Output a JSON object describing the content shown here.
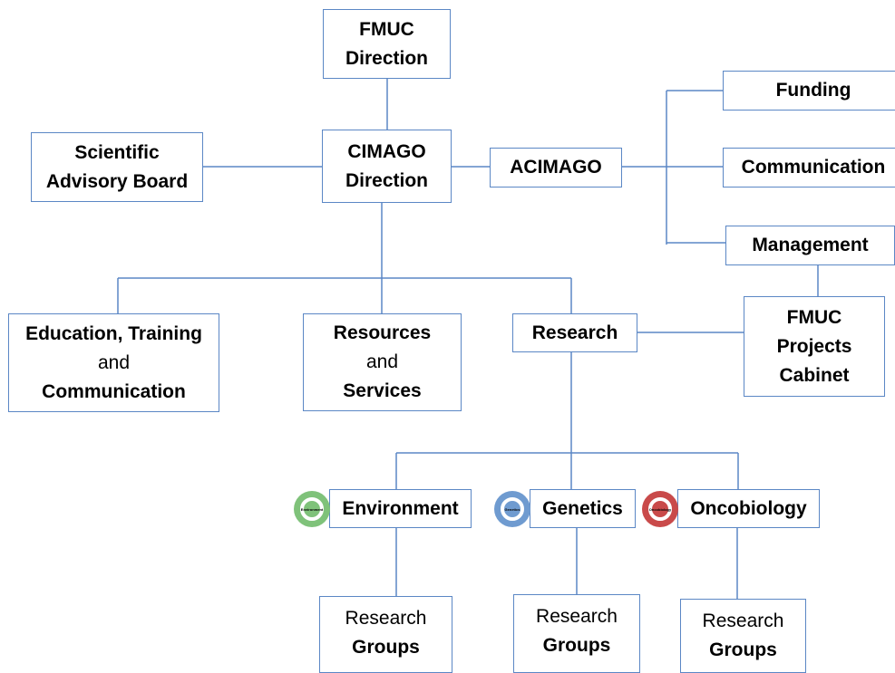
{
  "nodes": {
    "fmuc_direction": [
      "FMUC",
      "Direction"
    ],
    "cimago_direction": [
      "CIMAGO",
      "Direction"
    ],
    "scientific_board": [
      "Scientific",
      "Advisory Board"
    ],
    "acimago": "ACIMAGO",
    "funding": "Funding",
    "communication": "Communication",
    "management": "Management",
    "fmuc_projects": [
      "FMUC",
      "Projects",
      "Cabinet"
    ],
    "education": {
      "line1": "Education, Training",
      "line2": "and",
      "line3": "Communication"
    },
    "resources": {
      "line1": "Resources",
      "line2": "and",
      "line3": "Services"
    },
    "research": "Research",
    "environment": "Environment",
    "genetics": "Genetics",
    "oncobiology": "Oncobiology",
    "research_groups": [
      {
        "line1": "Research",
        "line2": "Groups"
      },
      {
        "line1": "Research",
        "line2": "Groups"
      },
      {
        "line1": "Research",
        "line2": "Groups"
      }
    ]
  },
  "logos": {
    "environment": {
      "label": "Environment",
      "color": "#7fc27a"
    },
    "genetics": {
      "label": "Genetics",
      "color": "#6f9bd0"
    },
    "oncobiology": {
      "label": "Oncobiology",
      "color": "#c94a4a"
    }
  },
  "colors": {
    "line": "#5b87c5",
    "border": "#5b87c5"
  }
}
